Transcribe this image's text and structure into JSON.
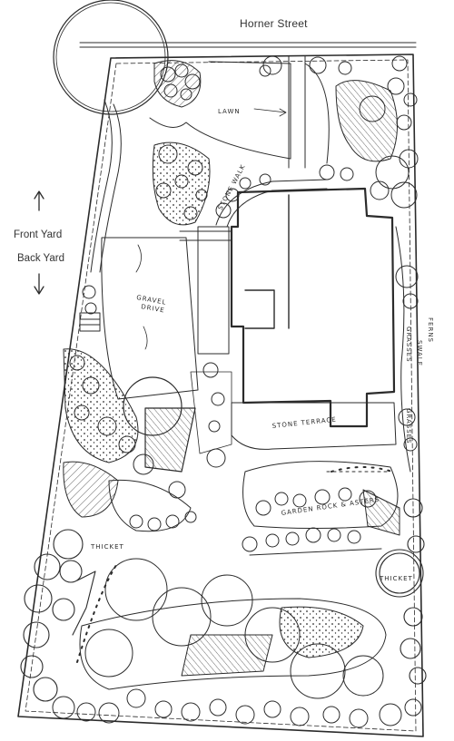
{
  "labels": {
    "street": "Horner Street",
    "front_yard": "Front Yard",
    "back_yard": "Back Yard",
    "lawn": "LAWN",
    "stone_walk": "STONE WALK",
    "gravel_drive_1": "GRAVEL",
    "gravel_drive_2": "DRIVE",
    "stone_terrace": "STONE TERRACE",
    "garden_rock": "GARDEN ROCK & ASTERS",
    "thicket_left": "THICKET",
    "thicket_right": "THICKET",
    "swale": "SWALE",
    "ferns": "FERNS",
    "grasses_1": "GRASSES",
    "grasses_2": "GRASSES"
  },
  "icons": {
    "arrow_up": "arrow-up-icon",
    "arrow_down": "arrow-down-icon"
  },
  "colors": {
    "ink": "#2b2b2b",
    "paper": "#ffffff"
  }
}
